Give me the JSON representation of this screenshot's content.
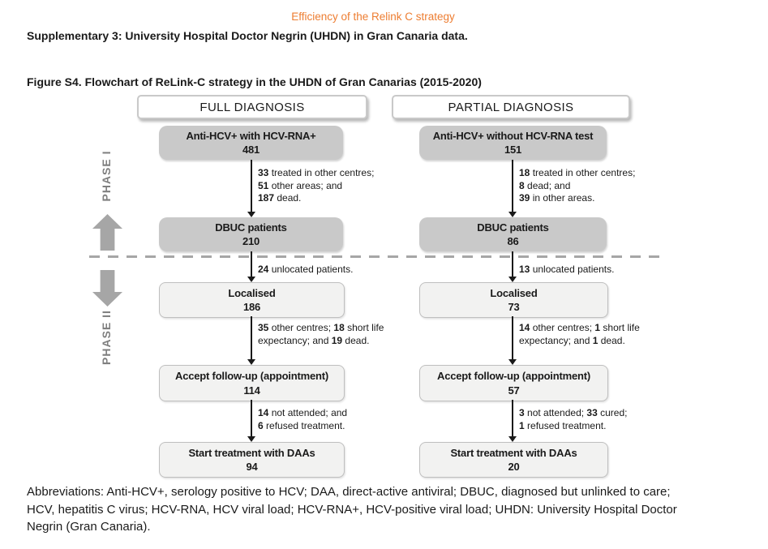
{
  "page": {
    "running_title": "Efficiency of the Relink C strategy",
    "supplementary_title": "Supplementary 3: University Hospital Doctor Negrin (UHDN) in Gran Canaria data.",
    "figure_caption": "Figure S4. Flowchart of ReLink-C strategy in the UHDN of Gran Canarias (2015-2020)"
  },
  "colors": {
    "accent_orange": "#ED7D31",
    "node_dark_fill": "#C9C9C9",
    "node_light_fill": "#F2F2F1",
    "node_border": "#BFBFBF",
    "phase_gray": "#7F7F7F",
    "arrow_gray": "#A6A6A6"
  },
  "phases": {
    "phase1": "PHASE I",
    "phase2": "PHASE II"
  },
  "flow": {
    "full": {
      "header": "FULL DIAGNOSIS",
      "nodes": [
        {
          "label": "Anti-HCV+ with HCV-RNA+",
          "value": "481"
        },
        {
          "label": "DBUC patients",
          "value": "210"
        },
        {
          "label": "Localised",
          "value": "186"
        },
        {
          "label": "Accept follow-up (appointment)",
          "value": "114"
        },
        {
          "label": "Start treatment with DAAs",
          "value": "94"
        }
      ],
      "annotations": [
        [
          [
            {
              "b": "33"
            },
            {
              "t": " treated in other centres;"
            }
          ],
          [
            {
              "b": "51"
            },
            {
              "t": " other areas; and"
            }
          ],
          [
            {
              "b": "187"
            },
            {
              "t": " dead."
            }
          ]
        ],
        [
          [
            {
              "b": "24"
            },
            {
              "t": " unlocated patients."
            }
          ]
        ],
        [
          [
            {
              "b": "35"
            },
            {
              "t": " other centres; "
            },
            {
              "b": "18"
            },
            {
              "t": " short life"
            }
          ],
          [
            {
              "t": "expectancy; and "
            },
            {
              "b": "19"
            },
            {
              "t": " dead."
            }
          ]
        ],
        [
          [
            {
              "b": "14"
            },
            {
              "t": " not attended; and"
            }
          ],
          [
            {
              "b": "6"
            },
            {
              "t": " refused treatment."
            }
          ]
        ]
      ]
    },
    "partial": {
      "header": "PARTIAL DIAGNOSIS",
      "nodes": [
        {
          "label": "Anti-HCV+ without HCV-RNA test",
          "value": "151"
        },
        {
          "label": "DBUC patients",
          "value": "86"
        },
        {
          "label": "Localised",
          "value": "73"
        },
        {
          "label": "Accept follow-up (appointment)",
          "value": "57"
        },
        {
          "label": "Start treatment with DAAs",
          "value": "20"
        }
      ],
      "annotations": [
        [
          [
            {
              "b": "18"
            },
            {
              "t": " treated in other centres;"
            }
          ],
          [
            {
              "b": "8"
            },
            {
              "t": " dead; and"
            }
          ],
          [
            {
              "b": "39"
            },
            {
              "t": " in other areas."
            }
          ]
        ],
        [
          [
            {
              "b": "13"
            },
            {
              "t": " unlocated patients."
            }
          ]
        ],
        [
          [
            {
              "b": "14"
            },
            {
              "t": " other centres; "
            },
            {
              "b": "1"
            },
            {
              "t": " short life"
            }
          ],
          [
            {
              "t": "expectancy; and "
            },
            {
              "b": "1"
            },
            {
              "t": " dead."
            }
          ]
        ],
        [
          [
            {
              "b": "3"
            },
            {
              "t": " not attended; "
            },
            {
              "b": "33"
            },
            {
              "t": " cured;"
            }
          ],
          [
            {
              "b": "1"
            },
            {
              "t": " refused treatment."
            }
          ]
        ]
      ]
    }
  },
  "footer": {
    "lines": [
      "Abbreviations: Anti-HCV+, serology positive to HCV; DAA, direct-active antiviral; DBUC, diagnosed but unlinked to care;",
      "HCV, hepatitis C virus; HCV-RNA, HCV viral load; HCV-RNA+, HCV-positive viral load; UHDN: University Hospital Doctor",
      "Negrin (Gran Canaria)."
    ]
  }
}
